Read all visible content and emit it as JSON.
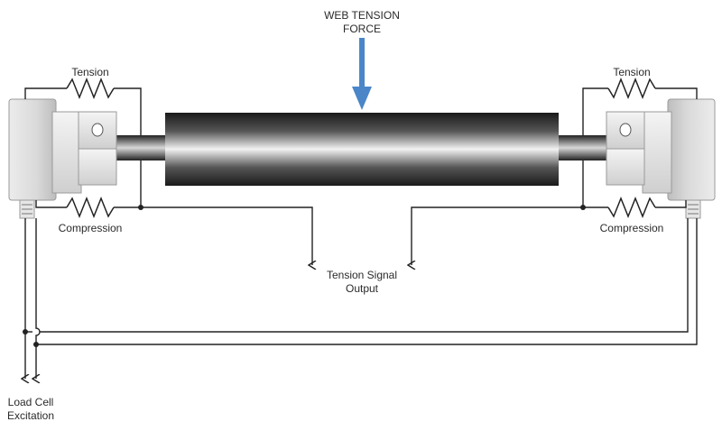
{
  "force_label": {
    "line1": "WEB TENSION",
    "line2": "FORCE"
  },
  "left_cell": {
    "tension_label": "Tension",
    "compression_label": "Compression"
  },
  "right_cell": {
    "tension_label": "Tension",
    "compression_label": "Compression"
  },
  "signal_output": {
    "line1": "Tension Signal",
    "line2": "Output"
  },
  "excitation": {
    "line1": "Load Cell",
    "line2": "Excitation"
  },
  "colors": {
    "force_arrow": "#4a86c8",
    "wire": "#222222",
    "housing": "#dcdcdc"
  }
}
